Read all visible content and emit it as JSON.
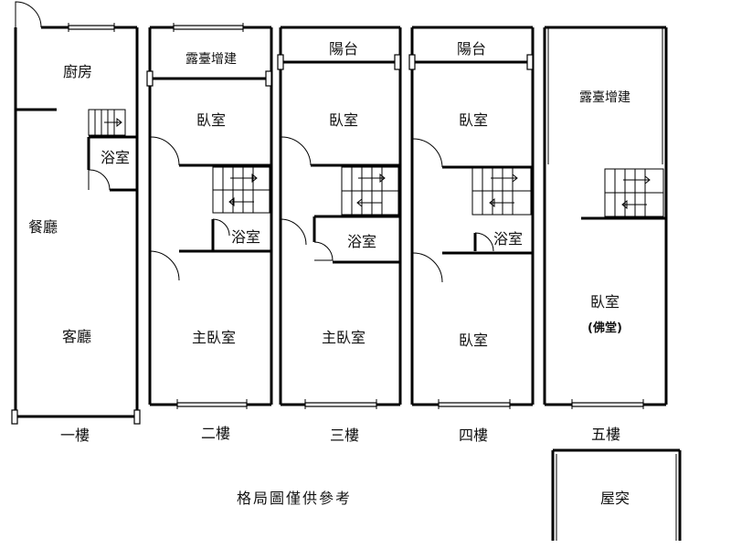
{
  "floors": {
    "f1": {
      "label": "一樓",
      "rooms": {
        "kitchen": "廚房",
        "bath": "浴室",
        "dining": "餐廳",
        "living": "客廳"
      }
    },
    "f2": {
      "label": "二樓",
      "rooms": {
        "terrace": "露臺增建",
        "bedroom": "臥室",
        "bath": "浴室",
        "master": "主臥室"
      }
    },
    "f3": {
      "label": "三樓",
      "rooms": {
        "balcony": "陽台",
        "bedroom": "臥室",
        "bath": "浴室",
        "master": "主臥室"
      }
    },
    "f4": {
      "label": "四樓",
      "rooms": {
        "balcony": "陽台",
        "bedroom": "臥室",
        "bath": "浴室",
        "bedroom2": "臥室"
      }
    },
    "f5": {
      "label": "五樓",
      "rooms": {
        "terrace": "露臺增建",
        "bedroom": "臥室",
        "bedroom_note": "(佛堂)"
      }
    }
  },
  "rooftop": {
    "label": "屋突"
  },
  "disclaimer": "格局圖僅供參考"
}
